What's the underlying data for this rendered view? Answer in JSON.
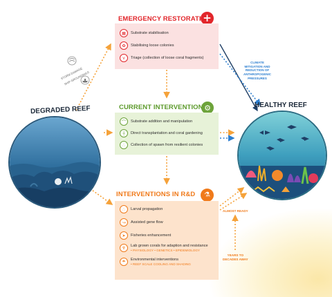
{
  "emergency": {
    "title": "EMERGENCY RESTORATION",
    "items": [
      "Substrate stabilisation",
      "Stabilising loose colonies",
      "Triage (collection of loose coral fragments)"
    ]
  },
  "current": {
    "title": "CURRENT INTERVENTIONS",
    "items": [
      "Substrate addition and manipulation",
      "Direct transplantation and coral gardening",
      "Collection of spawn from resilient colonies"
    ]
  },
  "rnd": {
    "title": "INTERVENTIONS IN R&D",
    "items": [
      {
        "label": "Larval propagation"
      },
      {
        "label": "Assisted gene flow"
      },
      {
        "label": "Fisheries enhancement"
      },
      {
        "label": "Lab grown corals for adaption and resistance",
        "sub": "• PHYSIOLOGY • GENETICS • EPIDEMIOLOGY"
      },
      {
        "label": "Environmental interventions",
        "sub": "• REEF SCALE COOLING AND SHADING"
      }
    ]
  },
  "reefs": {
    "degraded": "DEGRADED REEF",
    "healthy": "HEALTHY REEF"
  },
  "annotations": {
    "climate": [
      "CLIMATE",
      "MITIGATION AND",
      "REDUCTION OF",
      "ANTHROPOGENIC",
      "PRESSURES"
    ],
    "almost_ready": "ALMOST READY",
    "years": [
      "YEARS TO",
      "DECADES AWAY"
    ],
    "storm_1": "STORM DAMAGE",
    "storm_2": "SHIP GROUNDINGS"
  },
  "icons": {
    "emergency_badge": "plus-icon",
    "current_badge": "gear-icon",
    "rnd_badge": "flask-icon"
  },
  "colors": {
    "red": "#e2262b",
    "green": "#6da33a",
    "orange": "#f07a1a",
    "blue": "#2d7fd0"
  }
}
